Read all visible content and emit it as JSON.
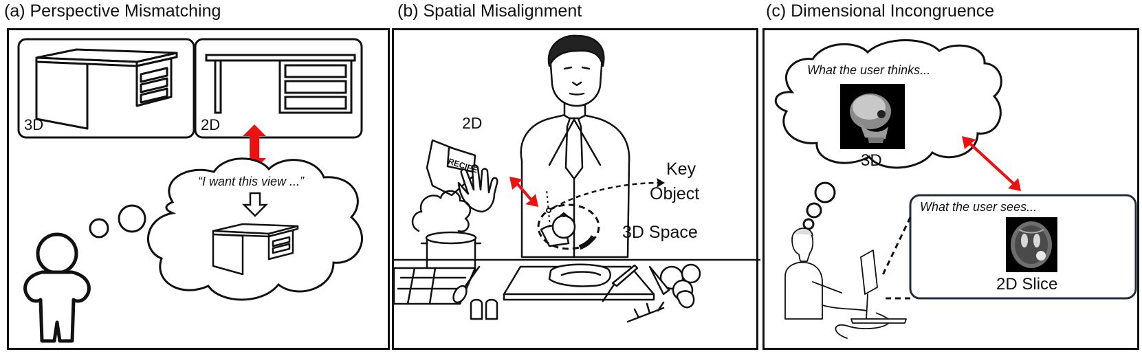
{
  "panels": {
    "a": {
      "title": "(a) Perspective Mismatching",
      "label_3d": "3D",
      "label_2d": "2D",
      "thought": "“I want this view ...”"
    },
    "b": {
      "title": "(b) Spatial Misalignment",
      "label_2d": "2D",
      "book_text": "RECIPE",
      "key_object": [
        "Key",
        "Object"
      ],
      "space_label": "3D Space"
    },
    "c": {
      "title": "(c) Dimensional Incongruence",
      "thinks_caption": "What the user thinks...",
      "thinks_label": "3D",
      "sees_caption": "What the user sees...",
      "sees_label": "2D Slice"
    }
  },
  "colors": {
    "arrow": "#ee1111",
    "line": "#111111",
    "monitor_box_border": "#1f2f3c"
  }
}
